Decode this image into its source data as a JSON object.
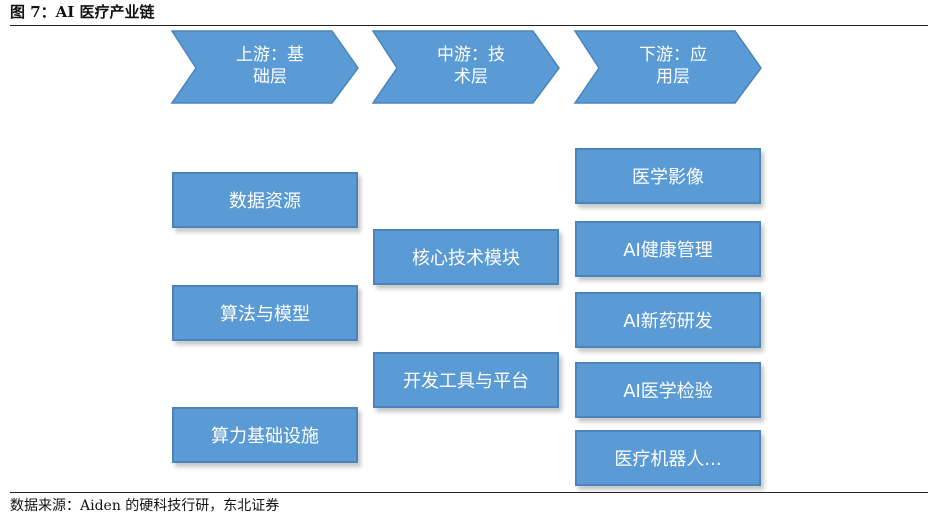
{
  "figure": {
    "title": "图 7：AI 医疗产业链",
    "source": "数据来源：Aiden 的硬科技行研，东北证券"
  },
  "colors": {
    "box_fill": "#5b9bd5",
    "box_border": "#4a84bb"
  },
  "stages": [
    {
      "line1": "上游：基",
      "line2": "础层"
    },
    {
      "line1": "中游：技",
      "line2": "术层"
    },
    {
      "line1": "下游：应",
      "line2": "用层"
    }
  ],
  "upstream": [
    "数据资源",
    "算法与模型",
    "算力基础设施"
  ],
  "midstream": [
    "核心技术模块",
    "开发工具与平台"
  ],
  "downstream": [
    "医学影像",
    "AI健康管理",
    "AI新药研发",
    "AI医学检验",
    "医疗机器人..."
  ]
}
